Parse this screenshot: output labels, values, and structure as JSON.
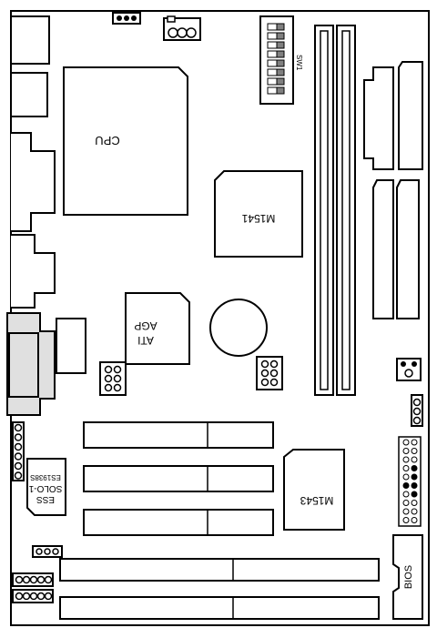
{
  "diagram": {
    "labels": {
      "cpu": "CPU",
      "northbridge": "M1541",
      "southbridge": "M1543",
      "agp_line1": "ATI",
      "agp_line2": "AGP",
      "audio_line1": "ESS",
      "audio_line2": "SOLO-1",
      "audio_line3": "ES1938S",
      "bios": "BIOS",
      "dip_switch": "SW1"
    },
    "colors": {
      "stroke": "#000000",
      "background": "#ffffff",
      "connector_fill": "#d9d9d9",
      "pin_dark": "#000000",
      "pin_light": "#ffffff",
      "dip_fill": "#808080"
    }
  }
}
